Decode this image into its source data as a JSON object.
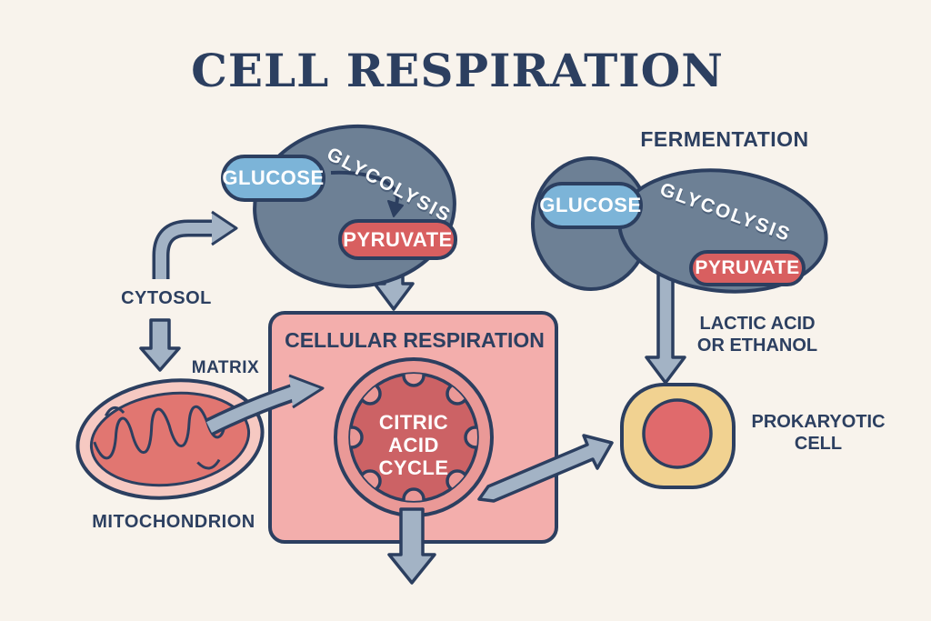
{
  "diagram_title": "CELL RESPIRATION",
  "cytosol_pathway": {
    "glucose": "GLUCOSE",
    "glycolysis": "GLYCOLYSIS",
    "pyruvate": "PYRUVATE",
    "cytosol": "CYTOSOL",
    "matrix": "MATRIX",
    "mitochondrion": "MITOCHONDRION"
  },
  "cellular_respiration": {
    "title": "CELLULAR RESPIRATION",
    "cycle": [
      "CITRIC",
      "ACID",
      "CYCLE"
    ]
  },
  "fermentation": {
    "title": "FERMENTATION",
    "glucose": "GLUCOSE",
    "glycolysis": "GLYCOLYSIS",
    "pyruvate": "PYRUVATE",
    "product": [
      "LACTIC ACID",
      "OR ETHANOL"
    ],
    "cell": [
      "PROKARYOTIC",
      "CELL"
    ]
  },
  "colors": {
    "bg": "#f8f3ec",
    "navy": "#2c3f60",
    "blob": "#6d8095",
    "arrow": "#a3b3c5",
    "glucose_blue": "#7cb4d8",
    "pyruvate_red": "#d85f60",
    "box_pink": "#f3aeac",
    "ring_pink": "#ea9997",
    "cycle_red": "#cc6265",
    "mito_outer": "#f6c9c2",
    "mito_inner": "#e17671",
    "cell_yellow": "#f1d291",
    "nucleus_red": "#e06a6c",
    "text_white": "#ffffff"
  }
}
